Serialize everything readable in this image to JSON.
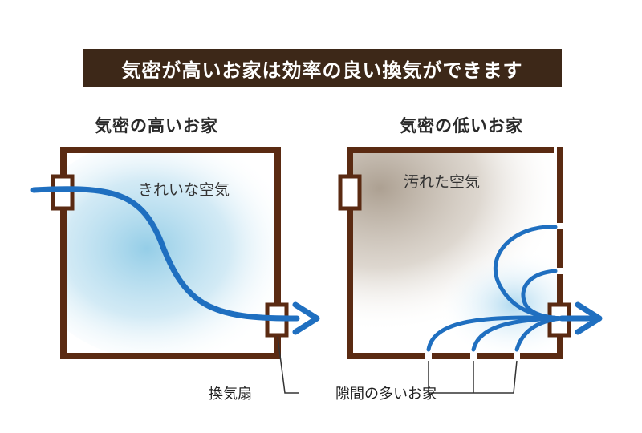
{
  "title": "気密が高いお家は効率の良い換気ができます",
  "left": {
    "heading": "気密の高いお家",
    "air_label": "きれいな空気"
  },
  "right": {
    "heading": "気密の低いお家",
    "air_label": "汚れた空気"
  },
  "callouts": {
    "fan": "換気扇",
    "gaps": "隙間の多いお家"
  },
  "colors": {
    "wall": "#5a2a12",
    "banner": "#3d2818",
    "airflow": "#1f6fc0",
    "clean_air": "#8fcbe6",
    "dirty_air": "#b0a598"
  }
}
